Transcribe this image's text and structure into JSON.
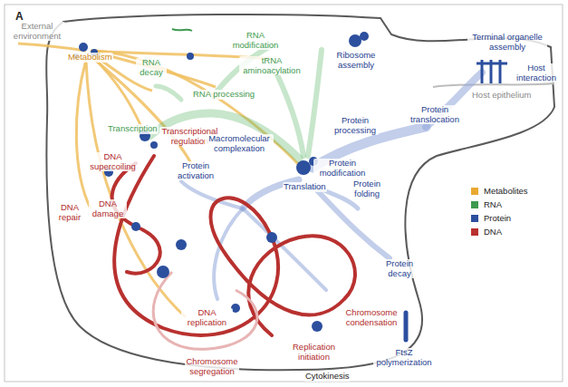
{
  "diagram": {
    "labels": [
      "A",
      "External environment",
      "Metabolism",
      "RNA decay",
      "RNA modification",
      "tRNA aminoacylation",
      "Ribosome assembly",
      "RNA processing",
      "Transcription",
      "Transcriptional regulation",
      "DNA supercoiling",
      "Protein activation",
      "Macromolecular complexation",
      "Translation",
      "Protein processing",
      "Protein translocation",
      "Terminal organelle assembly",
      "Host interaction",
      "Host epithelium",
      "Protein modification",
      "Protein folding",
      "DNA repair",
      "DNA damage",
      "Chromosome condensation",
      "Protein decay",
      "DNA replication",
      "Replication initiation",
      "Chromosome segregation",
      "Cytokinesis",
      "FtsZ polymerization"
    ],
    "legend": [
      {
        "text": "Metabolites",
        "color": "#e9a92f"
      },
      {
        "text": "RNA",
        "color": "#3f9a4f"
      },
      {
        "text": "Protein",
        "color": "#2c4f9e"
      },
      {
        "text": "DNA",
        "color": "#b8312f"
      }
    ]
  }
}
